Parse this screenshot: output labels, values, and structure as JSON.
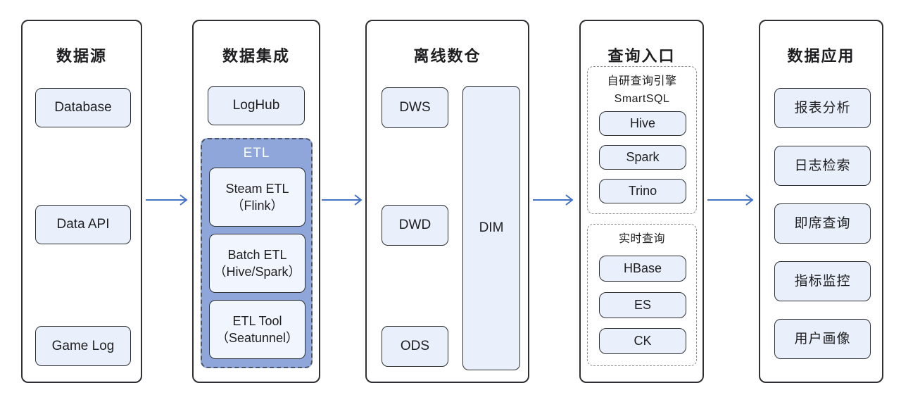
{
  "colors": {
    "canvas_bg": "#ffffff",
    "box_fill": "#e9f0fb",
    "etl_inner_fill": "#f1f5fd",
    "etl_fill": "#8fa6da",
    "box_border": "#2e3033",
    "etl_border": "#4b5469",
    "dashed": "#8f8f8f",
    "arrow": "#4472c4",
    "text": "#1e1e20",
    "etl_label_color": "#ffffff"
  },
  "columns": {
    "source": {
      "title": "数据源",
      "items": [
        "Database",
        "Data API",
        "Game Log"
      ]
    },
    "integration": {
      "title": "数据集成",
      "loghub": "LogHub",
      "etl": {
        "label": "ETL",
        "items": [
          "Steam ETL\n（Flink）",
          "Batch ETL\n（Hive/Spark）",
          "ETL Tool\n（Seatunnel）"
        ]
      }
    },
    "warehouse": {
      "title": "离线数仓",
      "layers": [
        "DWS",
        "DWD",
        "ODS"
      ],
      "dim": "DIM"
    },
    "query": {
      "title": "查询入口",
      "groups": [
        {
          "label": "自研查询引擎\nSmartSQL",
          "items": [
            "Hive",
            "Spark",
            "Trino"
          ]
        },
        {
          "label": "实时查询",
          "items": [
            "HBase",
            "ES",
            "CK"
          ]
        }
      ]
    },
    "application": {
      "title": "数据应用",
      "items": [
        "报表分析",
        "日志检索",
        "即席查询",
        "指标监控",
        "用户画像"
      ]
    }
  }
}
